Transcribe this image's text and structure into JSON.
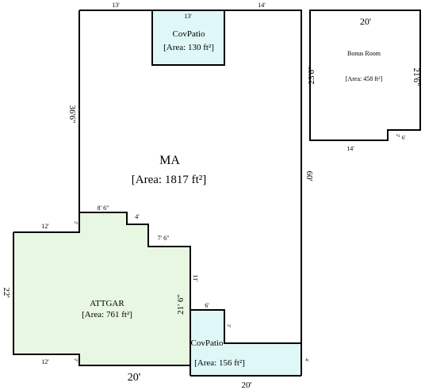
{
  "rooms": {
    "main": {
      "name": "MA",
      "area": "[Area: 1817 ft²]"
    },
    "covpatio_top": {
      "name": "CovPatio",
      "area": "[Area: 130 ft²]"
    },
    "bonus": {
      "name": "Bonus Room",
      "area": "[Area: 458 ft²]"
    },
    "garage": {
      "name": "ATTGAR",
      "area": "[Area: 761 ft²]"
    },
    "covpatio_bottom": {
      "name": "CovPatio",
      "area": "[Area: 156 ft²]"
    }
  },
  "dims": {
    "main_top_left": "13'",
    "main_top_right": "14'",
    "main_left": "36'6\"",
    "main_right": "60'",
    "covpatio_top_width": "13'",
    "bonus_top": "20'",
    "bonus_left": "23'6\"",
    "bonus_right": "21'6\"",
    "bonus_bottom": "14'",
    "bonus_notch": "6'",
    "bonus_notch_side": "2'",
    "step_85": "8' 6\"",
    "step_4": "4'",
    "step_76": "7' 6\"",
    "garage_top": "12'",
    "garage_bottom": "12'",
    "garage_left": "22'",
    "garage_right": "21' 6\"",
    "garage_bottom_20": "20'",
    "garage_small_top": "2'",
    "garage_small_bottom": "2'",
    "right_11": "11'",
    "patio_width": "6'",
    "patio_small_right": "2'",
    "bottom_20": "20'",
    "bottom_right_small": "4'"
  },
  "colors": {
    "covpatio_fill": "#dff7f7",
    "garage_fill": "#e8f7e2",
    "wall": "#000000"
  }
}
